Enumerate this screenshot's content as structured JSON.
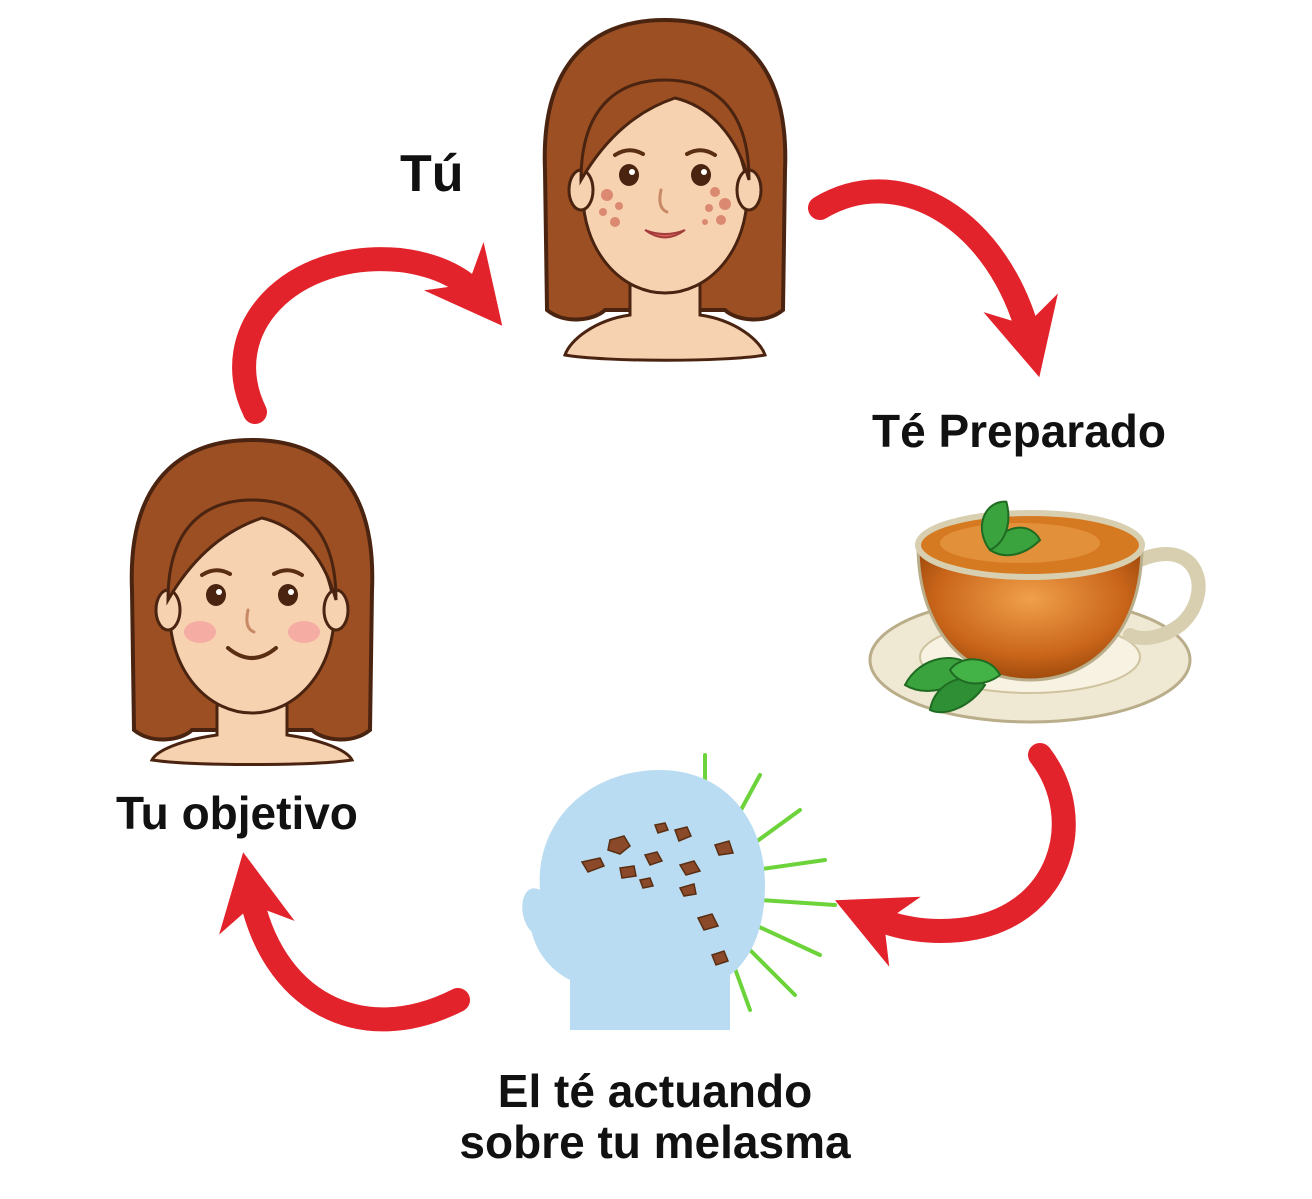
{
  "labels": {
    "you": "Tú",
    "prepared_tea": "Té Preparado",
    "goal": "Tu objetivo",
    "tea_acting_line1": "El té actuando",
    "tea_acting_line2": "sobre tu melasma"
  },
  "colors": {
    "arrow": "#e3232b",
    "hair": "#9b4f22",
    "hair_outline": "#4a2410",
    "skin": "#f7d2b1",
    "blush": "#f2a3a0",
    "spots": "#d9826a",
    "tea": "#c96a14",
    "cup": "#efe8d2",
    "leaf": "#3aa33e",
    "head_silhouette": "#b9dcf2",
    "melasma_spots": "#8a4a2a",
    "rays": "#6cd33a"
  },
  "icons": {
    "woman_with_spots": "woman-face-with-spots-icon",
    "tea_cup": "tea-cup-with-mint-icon",
    "head_treatment": "head-with-melasma-icon",
    "woman_clear": "woman-face-clear-skin-icon"
  }
}
